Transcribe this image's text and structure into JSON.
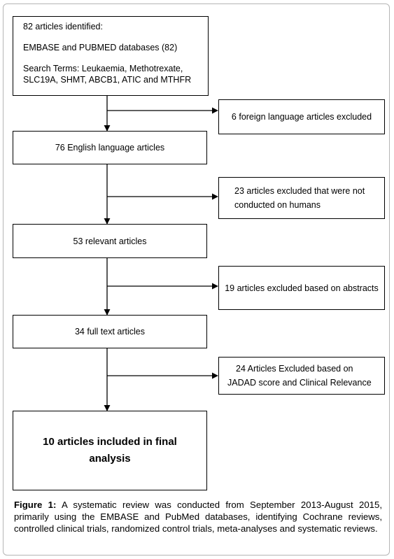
{
  "boxes": {
    "identified": {
      "line1": "82 articles identified:",
      "line2": "EMBASE and PUBMED databases  (82)",
      "line3": "Search Terms: Leukaemia, Methotrexate,",
      "line4": "SLC19A, SHMT, ABCB1, ATIC and MTHFR"
    },
    "english": "76 English language articles",
    "relevant": "53 relevant articles",
    "full_text": "34 full text articles",
    "final": {
      "line1": "10 articles included in final",
      "line2": "analysis"
    }
  },
  "exclusions": {
    "foreign": "6 foreign language articles excluded",
    "humans": {
      "line1": "23 articles excluded that were not",
      "line2": "conducted on humans"
    },
    "abstracts": "19 articles excluded based on abstracts",
    "jadad": {
      "line1": "24 Articles  Excluded based on",
      "line2": "JADAD score and Clinical Relevance"
    }
  },
  "caption": {
    "label": "Figure 1:",
    "text": " A systematic review was conducted from September 2013-August 2015, primarily using the EMBASE and PubMed databases, identifying Cochrane reviews, controlled clinical trials, randomized control trials, meta-analyses and systematic reviews."
  }
}
